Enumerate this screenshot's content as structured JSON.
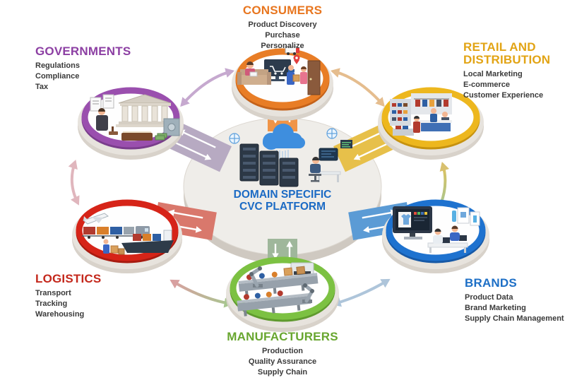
{
  "background_color": "#ffffff",
  "center": {
    "title_line1": "DOMAIN SPECIFIC",
    "title_line2": "CVC PLATFORM",
    "title_color": "#1b6ac4",
    "icon": "cloud-datacenter-illustration"
  },
  "nodes": {
    "consumers": {
      "label": "CONSUMERS",
      "color": "#e8761f",
      "ring_color": "#e87d26",
      "rim_color": "#c4621a",
      "spoke_color": "#f09447",
      "items": [
        "Product Discovery",
        "Purchase",
        "Personalize"
      ],
      "icon": "online-shopping-delivery-illustration"
    },
    "governments": {
      "label": "GOVERNMENTS",
      "color": "#8c3fa3",
      "ring_color": "#9a4fae",
      "rim_color": "#7a3d8c",
      "spoke_color": "#b7aac2",
      "items": [
        "Regulations",
        "Compliance",
        "Tax"
      ],
      "icon": "government-building-law-illustration"
    },
    "retail": {
      "label": "RETAIL AND DISTRIBUTION",
      "color": "#e2a415",
      "ring_color": "#edb71e",
      "rim_color": "#c6920f",
      "spoke_color": "#e7c04a",
      "items": [
        "Local Marketing",
        "E-commerce",
        "Customer Experience"
      ],
      "icon": "retail-store-illustration"
    },
    "logistics": {
      "label": "LOGISTICS",
      "color": "#c4281c",
      "ring_color": "#d62418",
      "rim_color": "#a81b10",
      "spoke_color": "#d9786c",
      "items": [
        "Transport",
        "Tracking",
        "Warehousing"
      ],
      "icon": "ship-train-plane-transport-illustration"
    },
    "brands": {
      "label": "BRANDS",
      "color": "#1d6fc6",
      "ring_color": "#1e72cf",
      "rim_color": "#1759a6",
      "spoke_color": "#5b9bd5",
      "items": [
        "Product Data",
        "Brand Marketing",
        "Supply Chain Management"
      ],
      "icon": "design-studio-illustration"
    },
    "manufacturers": {
      "label": "MANUFACTURERS",
      "color": "#68a62f",
      "ring_color": "#7cc142",
      "rim_color": "#5f9a2e",
      "spoke_color": "#9fb79b",
      "items": [
        "Production",
        "Quality Assurance",
        "Supply Chain"
      ],
      "icon": "factory-assembly-line-illustration"
    }
  }
}
